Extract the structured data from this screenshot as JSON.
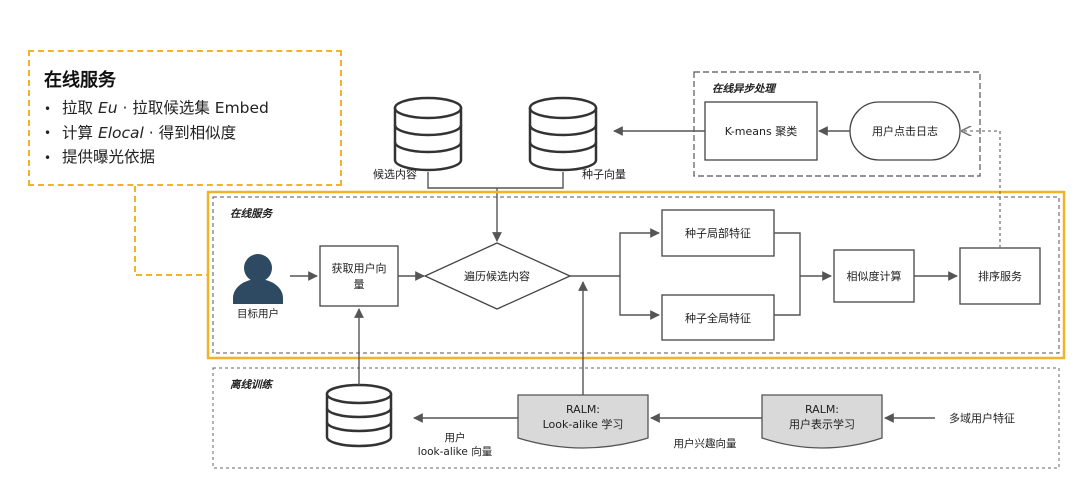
{
  "callout": {
    "title": "在线服务",
    "items": [
      {
        "pre": "拉取 ",
        "em": "Eu",
        "post": " · 拉取候选集 Embed"
      },
      {
        "pre": "计算 ",
        "em": "Elocal",
        "post": " · 得到相似度"
      },
      {
        "pre": "提供曝光依据",
        "em": "",
        "post": ""
      }
    ]
  },
  "async_panel": {
    "title": "在线异步处理",
    "kmeans": "K-means 聚类",
    "click_log": "用户点击日志"
  },
  "top_dbs": {
    "candidates": "候选内容",
    "seeds": "种子向量"
  },
  "online_panel": {
    "title": "在线服务",
    "target_user": "目标用户",
    "get_vector_1": "获取用户向",
    "get_vector_2": "量",
    "traverse": "遍历候选内容",
    "seed_local": "种子局部特征",
    "seed_global": "种子全局特征",
    "similarity": "相似度计算",
    "ranking": "排序服务"
  },
  "offline_panel": {
    "title": "离线训练",
    "user_db_1": "用户",
    "user_db_2": "look-alike 向量",
    "ralm_lookalike_1": "RALM:",
    "ralm_lookalike_2": "Look-alike 学习",
    "interest_vector": "用户兴趣向量",
    "ralm_repr_1": "RALM:",
    "ralm_repr_2": "用户表示学习",
    "multi_domain": "多域用户特征"
  },
  "colors": {
    "accent_yellow": "#f0b429",
    "stroke": "#555555",
    "user_icon": "#2e4a62",
    "grey_box": "#d9d9d9"
  }
}
